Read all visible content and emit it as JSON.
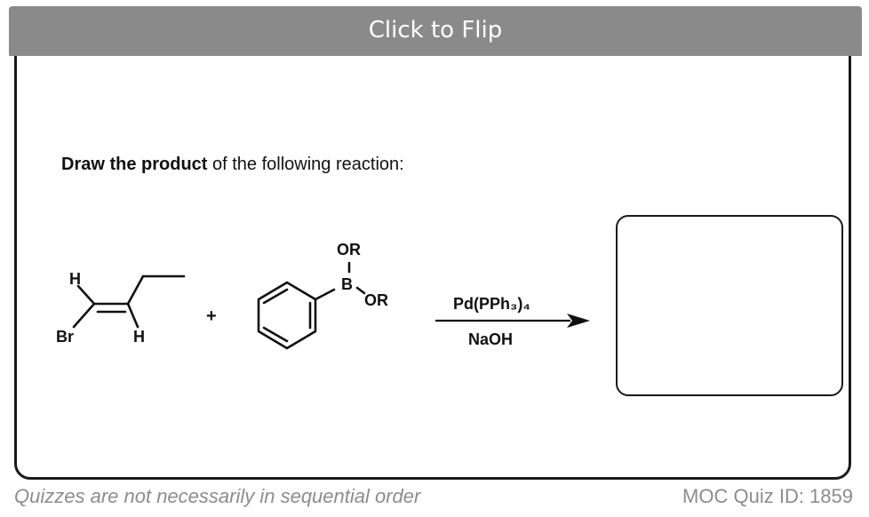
{
  "header": {
    "flip_label": "Click to Flip"
  },
  "question": {
    "prompt_bold": "Draw the product",
    "prompt_rest": " of the following reaction:"
  },
  "reaction": {
    "reactant1_atoms": {
      "h_top": "H",
      "br": "Br",
      "h_bottom": "H"
    },
    "plus_sign": "+",
    "reactant2_atoms": {
      "or_top": "OR",
      "boron": "B",
      "or_right": "OR"
    },
    "reagent_above": "Pd(PPh₃)₄",
    "reagent_below": "NaOH"
  },
  "footer": {
    "disclaimer": "Quizzes are not necessarily in sequential order",
    "quiz_id": "MOC Quiz ID: 1859"
  }
}
